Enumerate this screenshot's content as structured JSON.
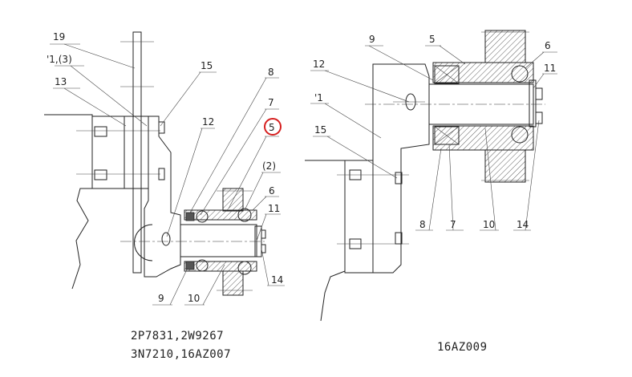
{
  "left_view": {
    "labels": {
      "l19": "19",
      "l1_3": "'1,(3)",
      "l13": "13",
      "l15": "15",
      "l8": "8",
      "l7": "7",
      "l5": "5",
      "l12": "12",
      "l2": "(2)",
      "l6": "6",
      "l11": "11",
      "l14": "14",
      "l9": "9",
      "l10": "10"
    },
    "caption_line1": "2P7831,2W9267",
    "caption_line2": "3N7210,16AZ007",
    "highlight_color": "#d62020"
  },
  "right_view": {
    "labels": {
      "l9": "9",
      "l5": "5",
      "l6": "6",
      "l11": "11",
      "l12": "12",
      "l1": "'1",
      "l15": "15",
      "l8": "8",
      "l7": "7",
      "l10": "10",
      "l14": "14"
    },
    "caption": "16AZ009"
  }
}
